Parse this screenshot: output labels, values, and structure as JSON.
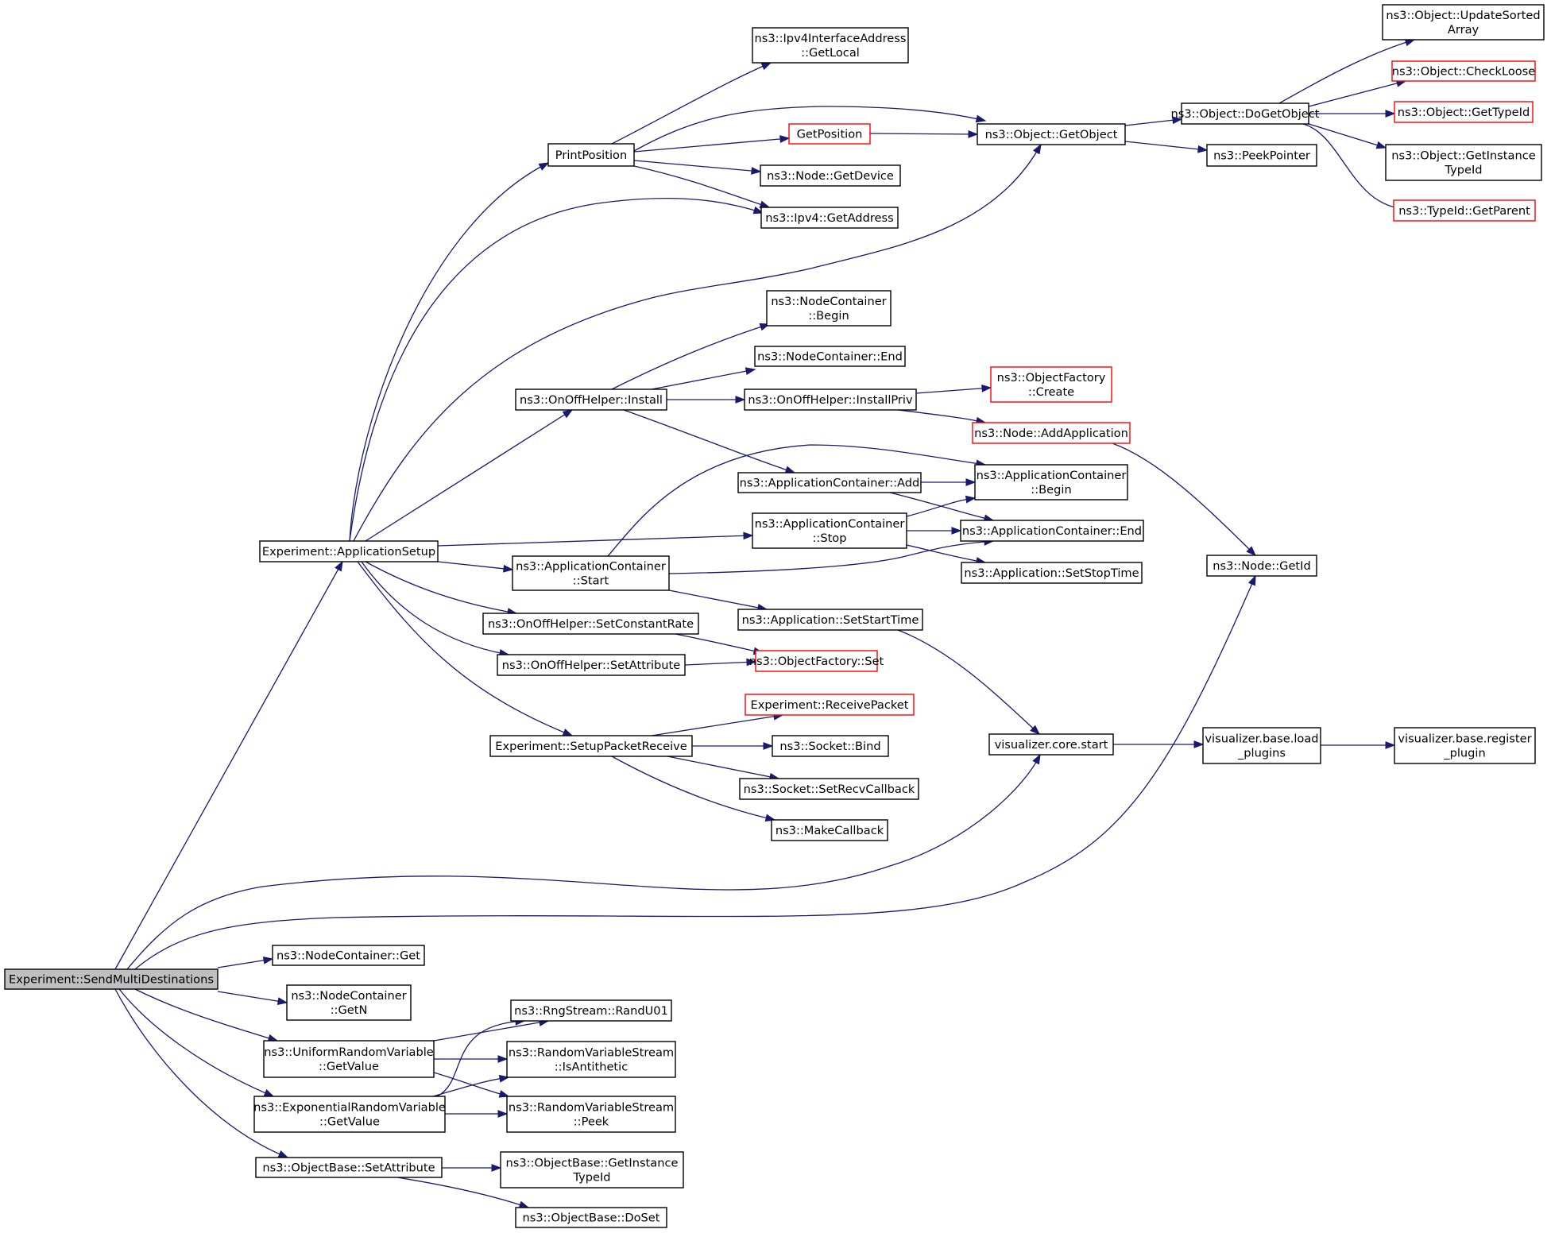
{
  "colors": {
    "edge": "#191970",
    "normal_border": "#000000",
    "truncated_border": "#ff0000",
    "root_fill": "#bfbfbf",
    "node_fill": "#ffffff"
  },
  "nodes": [
    {
      "id": "send_multi",
      "lines": [
        "Experiment::SendMultiDestinations"
      ],
      "kind": "root"
    },
    {
      "id": "app_setup",
      "lines": [
        "Experiment::ApplicationSetup"
      ],
      "kind": "normal"
    },
    {
      "id": "nc_get",
      "lines": [
        "ns3::NodeContainer::Get"
      ],
      "kind": "normal"
    },
    {
      "id": "nc_getn",
      "lines": [
        "ns3::NodeContainer",
        "::GetN"
      ],
      "kind": "normal"
    },
    {
      "id": "urv_getvalue",
      "lines": [
        "ns3::UniformRandomVariable",
        "::GetValue"
      ],
      "kind": "normal"
    },
    {
      "id": "erv_getvalue",
      "lines": [
        "ns3::ExponentialRandomVariable",
        "::GetValue"
      ],
      "kind": "normal"
    },
    {
      "id": "ob_setattr",
      "lines": [
        "ns3::ObjectBase::SetAttribute"
      ],
      "kind": "normal"
    },
    {
      "id": "print_pos",
      "lines": [
        "PrintPosition"
      ],
      "kind": "normal"
    },
    {
      "id": "onoff_install",
      "lines": [
        "ns3::OnOffHelper::Install"
      ],
      "kind": "normal"
    },
    {
      "id": "appc_start",
      "lines": [
        "ns3::ApplicationContainer",
        "::Start"
      ],
      "kind": "normal"
    },
    {
      "id": "onoff_setrate",
      "lines": [
        "ns3::OnOffHelper::SetConstantRate"
      ],
      "kind": "normal"
    },
    {
      "id": "onoff_setattr",
      "lines": [
        "ns3::OnOffHelper::SetAttribute"
      ],
      "kind": "normal"
    },
    {
      "id": "setup_recv",
      "lines": [
        "Experiment::SetupPacketReceive"
      ],
      "kind": "normal"
    },
    {
      "id": "ipv4ia_getlocal",
      "lines": [
        "ns3::Ipv4InterfaceAddress",
        "::GetLocal"
      ],
      "kind": "normal"
    },
    {
      "id": "get_position",
      "lines": [
        "GetPosition"
      ],
      "kind": "truncated"
    },
    {
      "id": "node_getdevice",
      "lines": [
        "ns3::Node::GetDevice"
      ],
      "kind": "normal"
    },
    {
      "id": "ipv4_getaddr",
      "lines": [
        "ns3::Ipv4::GetAddress"
      ],
      "kind": "normal"
    },
    {
      "id": "nc_begin",
      "lines": [
        "ns3::NodeContainer",
        "::Begin"
      ],
      "kind": "normal"
    },
    {
      "id": "nc_end",
      "lines": [
        "ns3::NodeContainer::End"
      ],
      "kind": "normal"
    },
    {
      "id": "onoff_installpriv",
      "lines": [
        "ns3::OnOffHelper::InstallPriv"
      ],
      "kind": "normal"
    },
    {
      "id": "appc_add",
      "lines": [
        "ns3::ApplicationContainer::Add"
      ],
      "kind": "normal"
    },
    {
      "id": "appc_stop",
      "lines": [
        "ns3::ApplicationContainer",
        "::Stop"
      ],
      "kind": "normal"
    },
    {
      "id": "app_setstarttime",
      "lines": [
        "ns3::Application::SetStartTime"
      ],
      "kind": "normal"
    },
    {
      "id": "of_set",
      "lines": [
        "ns3::ObjectFactory::Set"
      ],
      "kind": "truncated"
    },
    {
      "id": "exp_recvpacket",
      "lines": [
        "Experiment::ReceivePacket"
      ],
      "kind": "truncated"
    },
    {
      "id": "socket_bind",
      "lines": [
        "ns3::Socket::Bind"
      ],
      "kind": "normal"
    },
    {
      "id": "socket_setrecv",
      "lines": [
        "ns3::Socket::SetRecvCallback"
      ],
      "kind": "normal"
    },
    {
      "id": "make_callback",
      "lines": [
        "ns3::MakeCallback"
      ],
      "kind": "normal"
    },
    {
      "id": "rng_randu01",
      "lines": [
        "ns3::RngStream::RandU01"
      ],
      "kind": "normal"
    },
    {
      "id": "rvs_isanti",
      "lines": [
        "ns3::RandomVariableStream",
        "::IsAntithetic"
      ],
      "kind": "normal"
    },
    {
      "id": "rvs_peek",
      "lines": [
        "ns3::RandomVariableStream",
        "::Peek"
      ],
      "kind": "normal"
    },
    {
      "id": "ob_getinstance",
      "lines": [
        "ns3::ObjectBase::GetInstance",
        "TypeId"
      ],
      "kind": "normal"
    },
    {
      "id": "ob_doset",
      "lines": [
        "ns3::ObjectBase::DoSet"
      ],
      "kind": "normal"
    },
    {
      "id": "obj_getobject",
      "lines": [
        "ns3::Object::GetObject"
      ],
      "kind": "normal"
    },
    {
      "id": "of_create",
      "lines": [
        "ns3::ObjectFactory",
        "::Create"
      ],
      "kind": "truncated"
    },
    {
      "id": "node_addapp",
      "lines": [
        "ns3::Node::AddApplication"
      ],
      "kind": "truncated"
    },
    {
      "id": "appc_begin",
      "lines": [
        "ns3::ApplicationContainer",
        "::Begin"
      ],
      "kind": "normal"
    },
    {
      "id": "appc_end",
      "lines": [
        "ns3::ApplicationContainer::End"
      ],
      "kind": "normal"
    },
    {
      "id": "app_setstoptime",
      "lines": [
        "ns3::Application::SetStopTime"
      ],
      "kind": "normal"
    },
    {
      "id": "viz_core_start",
      "lines": [
        "visualizer.core.start"
      ],
      "kind": "normal"
    },
    {
      "id": "obj_dogetobject",
      "lines": [
        "ns3::Object::DoGetObject"
      ],
      "kind": "normal"
    },
    {
      "id": "peek_pointer",
      "lines": [
        "ns3::PeekPointer"
      ],
      "kind": "normal"
    },
    {
      "id": "node_getid",
      "lines": [
        "ns3::Node::GetId"
      ],
      "kind": "normal"
    },
    {
      "id": "viz_loadplugins",
      "lines": [
        "visualizer.base.load",
        "_plugins"
      ],
      "kind": "normal"
    },
    {
      "id": "obj_updatesorted",
      "lines": [
        "ns3::Object::UpdateSorted",
        "Array"
      ],
      "kind": "normal"
    },
    {
      "id": "obj_checkloose",
      "lines": [
        "ns3::Object::CheckLoose"
      ],
      "kind": "truncated"
    },
    {
      "id": "obj_gettypeid",
      "lines": [
        "ns3::Object::GetTypeId"
      ],
      "kind": "truncated"
    },
    {
      "id": "obj_getinstance",
      "lines": [
        "ns3::Object::GetInstance",
        "TypeId"
      ],
      "kind": "normal"
    },
    {
      "id": "typeid_getparent",
      "lines": [
        "ns3::TypeId::GetParent"
      ],
      "kind": "truncated"
    },
    {
      "id": "viz_registerplugin",
      "lines": [
        "visualizer.base.register",
        "_plugin"
      ],
      "kind": "normal"
    }
  ],
  "edges": [
    [
      "send_multi",
      "app_setup"
    ],
    [
      "send_multi",
      "nc_get"
    ],
    [
      "send_multi",
      "nc_getn"
    ],
    [
      "send_multi",
      "urv_getvalue"
    ],
    [
      "send_multi",
      "erv_getvalue"
    ],
    [
      "send_multi",
      "ob_setattr"
    ],
    [
      "send_multi",
      "viz_core_start"
    ],
    [
      "send_multi",
      "node_getid"
    ],
    [
      "app_setup",
      "print_pos"
    ],
    [
      "app_setup",
      "ipv4_getaddr"
    ],
    [
      "app_setup",
      "obj_getobject"
    ],
    [
      "app_setup",
      "onoff_install"
    ],
    [
      "app_setup",
      "appc_stop"
    ],
    [
      "app_setup",
      "appc_start"
    ],
    [
      "app_setup",
      "onoff_setrate"
    ],
    [
      "app_setup",
      "onoff_setattr"
    ],
    [
      "app_setup",
      "setup_recv"
    ],
    [
      "print_pos",
      "ipv4ia_getlocal"
    ],
    [
      "print_pos",
      "obj_getobject"
    ],
    [
      "print_pos",
      "get_position"
    ],
    [
      "print_pos",
      "node_getdevice"
    ],
    [
      "print_pos",
      "ipv4_getaddr"
    ],
    [
      "get_position",
      "obj_getobject"
    ],
    [
      "obj_getobject",
      "obj_dogetobject"
    ],
    [
      "obj_getobject",
      "peek_pointer"
    ],
    [
      "obj_dogetobject",
      "obj_updatesorted"
    ],
    [
      "obj_dogetobject",
      "obj_checkloose"
    ],
    [
      "obj_dogetobject",
      "obj_gettypeid"
    ],
    [
      "obj_dogetobject",
      "obj_getinstance"
    ],
    [
      "obj_dogetobject",
      "typeid_getparent"
    ],
    [
      "onoff_install",
      "nc_begin"
    ],
    [
      "onoff_install",
      "nc_end"
    ],
    [
      "onoff_install",
      "onoff_installpriv"
    ],
    [
      "onoff_install",
      "appc_add"
    ],
    [
      "onoff_installpriv",
      "of_create"
    ],
    [
      "onoff_installpriv",
      "node_addapp"
    ],
    [
      "node_addapp",
      "node_getid"
    ],
    [
      "appc_add",
      "appc_begin"
    ],
    [
      "appc_add",
      "appc_end"
    ],
    [
      "appc_stop",
      "appc_begin"
    ],
    [
      "appc_stop",
      "appc_end"
    ],
    [
      "appc_stop",
      "app_setstoptime"
    ],
    [
      "appc_start",
      "appc_begin"
    ],
    [
      "appc_start",
      "appc_end"
    ],
    [
      "appc_start",
      "app_setstarttime"
    ],
    [
      "app_setstarttime",
      "viz_core_start"
    ],
    [
      "onoff_setrate",
      "of_set"
    ],
    [
      "onoff_setattr",
      "of_set"
    ],
    [
      "setup_recv",
      "exp_recvpacket"
    ],
    [
      "setup_recv",
      "socket_bind"
    ],
    [
      "setup_recv",
      "socket_setrecv"
    ],
    [
      "setup_recv",
      "make_callback"
    ],
    [
      "viz_core_start",
      "viz_loadplugins"
    ],
    [
      "viz_loadplugins",
      "viz_registerplugin"
    ],
    [
      "urv_getvalue",
      "rng_randu01"
    ],
    [
      "urv_getvalue",
      "rvs_isanti"
    ],
    [
      "urv_getvalue",
      "rvs_peek"
    ],
    [
      "erv_getvalue",
      "rng_randu01"
    ],
    [
      "erv_getvalue",
      "rvs_isanti"
    ],
    [
      "erv_getvalue",
      "rvs_peek"
    ],
    [
      "ob_setattr",
      "ob_getinstance"
    ],
    [
      "ob_setattr",
      "ob_doset"
    ]
  ]
}
